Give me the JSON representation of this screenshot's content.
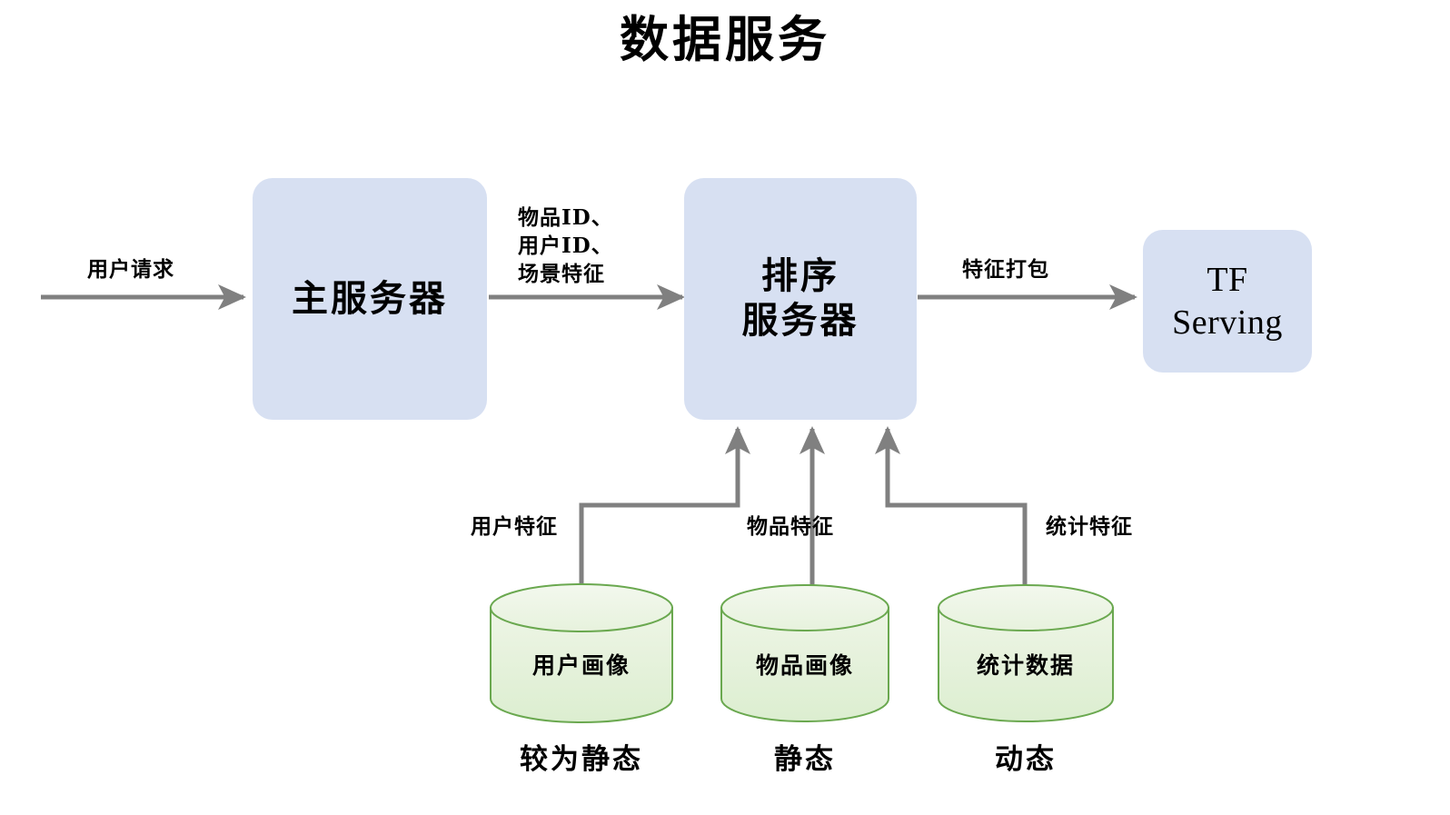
{
  "title": "数据服务",
  "palette": {
    "node_fill": "#d7e0f2",
    "store_stroke": "#6aa84f",
    "store_fill_top": "#eef5e6",
    "store_fill_bottom": "#dceed0",
    "edge_stroke": "#808080",
    "background": "#ffffff",
    "text": "#000000"
  },
  "nodes": [
    {
      "id": "main-server",
      "label": "主服务器"
    },
    {
      "id": "rank-server",
      "label": "排序\n服务器"
    },
    {
      "id": "tf-serving",
      "label": "TF\nServing"
    }
  ],
  "edge_labels": {
    "user_request": "用户请求",
    "ids_and_context": "物品ID、\n用户ID、\n场景特征",
    "feature_packing": "特征打包",
    "user_features": "用户特征",
    "item_features": "物品特征",
    "stat_features": "统计特征"
  },
  "stores": [
    {
      "id": "user-profile",
      "label": "用户画像",
      "caption": "较为静态"
    },
    {
      "id": "item-profile",
      "label": "物品画像",
      "caption": "静态"
    },
    {
      "id": "stat-data",
      "label": "统计数据",
      "caption": "动态"
    }
  ]
}
